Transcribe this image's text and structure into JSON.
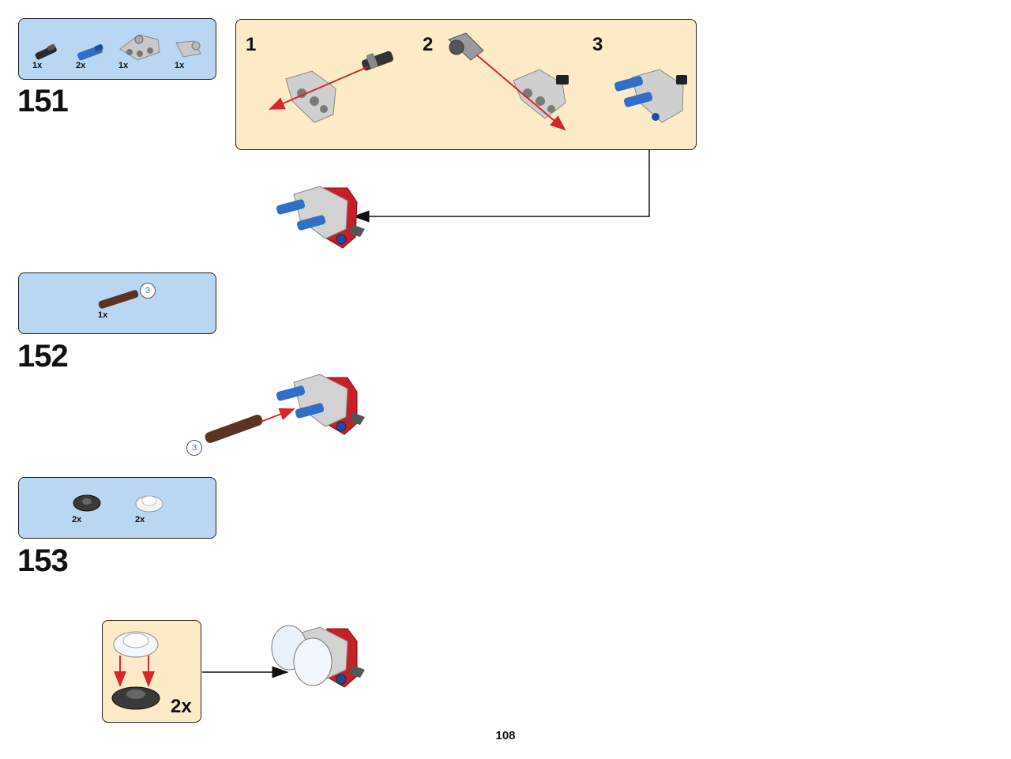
{
  "page_number": "108",
  "steps": [
    {
      "number": "151",
      "parts": [
        {
          "icon": "axle-pin-black-icon",
          "qty": "1x"
        },
        {
          "icon": "axle-pin-blue-icon",
          "qty": "2x"
        },
        {
          "icon": "beam-connector-gray-icon",
          "qty": "1x"
        },
        {
          "icon": "axle-connector-gray-icon",
          "qty": "1x"
        }
      ],
      "substeps": [
        "1",
        "2",
        "3"
      ]
    },
    {
      "number": "152",
      "parts": [
        {
          "icon": "axle-brown-icon",
          "qty": "1x",
          "callout": "3"
        }
      ],
      "callout": "3"
    },
    {
      "number": "153",
      "parts": [
        {
          "icon": "round-plate-black-icon",
          "qty": "2x"
        },
        {
          "icon": "round-dish-transparent-icon",
          "qty": "2x"
        }
      ],
      "sub_assembly_qty": "2x"
    }
  ],
  "colors": {
    "parts_box": "#b9d6f2",
    "sub_box": "#fdebc8",
    "arrow_red": "#d8262b",
    "beam_gray": "#c9c9c9",
    "pin_blue": "#2f6fc8",
    "frame_red": "#c81f26",
    "axle_brown": "#5a3324"
  }
}
